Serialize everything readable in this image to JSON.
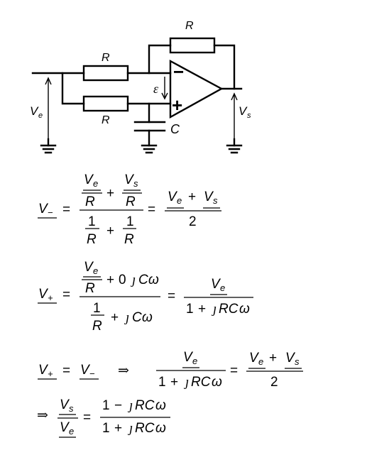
{
  "circuit": {
    "resistor_top_label": "R",
    "resistor_upper_label": "R",
    "resistor_lower_label": "R",
    "input_voltage_label": "V",
    "input_voltage_sub": "e",
    "output_voltage_label": "V",
    "output_voltage_sub": "s",
    "capacitor_label": "C",
    "epsilon_label": "ε",
    "minus_sign": "−",
    "plus_sign": "+"
  },
  "symbols": {
    "V": "V",
    "R": "R",
    "one": "1",
    "two": "2",
    "zero": "0",
    "plus": "+",
    "minus": "−",
    "eq": "=",
    "sub_e": "e",
    "sub_s": "s",
    "sub_minus": "−",
    "sub_plus": "+",
    "j": "ȷ",
    "C": "C",
    "omega": "ω",
    "RC": "RC",
    "implies": "⇒"
  }
}
